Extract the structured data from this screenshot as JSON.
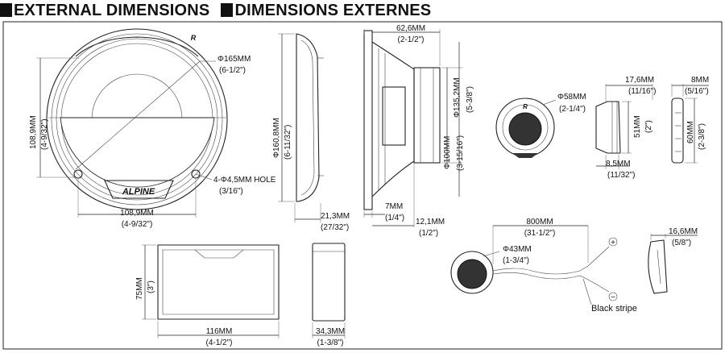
{
  "header": {
    "title_en": "EXTERNAL DIMENSIONS",
    "title_fr": "DIMENSIONS EXTERNES"
  },
  "woofer_front": {
    "diameter": "Φ165MM",
    "diameter_in": "(6-1/2\")",
    "height": "108,9MM",
    "height_in": "(4-9/32\")",
    "width": "108,9MM",
    "width_in": "(4-9/32\")",
    "hole": "4-Φ4,5MM HOLE",
    "hole_in": "(3/16\")",
    "logo": "ALPINE",
    "logo_top": "R"
  },
  "woofer_side": {
    "diameter": "Φ160,8MM",
    "diameter_in": "(6-11/32\")",
    "depth": "21,3MM",
    "depth_in": "(27/32\")"
  },
  "woofer_profile": {
    "depth_total": "62,6MM",
    "depth_total_in": "(2-1/2\")",
    "magnet_diameter": "Φ135,2MM",
    "magnet_diameter_in": "(5-3/8\")",
    "basket_diameter": "Φ100MM",
    "basket_diameter_in": "(3-15/16\")",
    "flange": "7MM",
    "flange_in": "(1/4\")",
    "mount_depth": "12,1MM",
    "mount_depth_in": "(1/2\")"
  },
  "tweeter_front": {
    "diameter": "Φ58MM",
    "diameter_in": "(2-1/4\")"
  },
  "tweeter_side": {
    "depth": "17,6MM",
    "depth_in": "(11/16\")",
    "height": "51MM",
    "height_in": "(2\")",
    "base": "8,5MM",
    "base_in": "(11/32\")"
  },
  "tweeter_mount": {
    "depth": "8MM",
    "depth_in": "(5/16\")",
    "height": "60MM",
    "height_in": "(2-3/8\")"
  },
  "crossover": {
    "width": "116MM",
    "width_in": "(4-1/2\")",
    "height": "75MM",
    "height_in": "(3\")",
    "depth": "34,3MM",
    "depth_in": "(1-3/8\")"
  },
  "tweeter_wired": {
    "cable": "800MM",
    "cable_in": "(31-1/2\")",
    "diameter": "Φ43MM",
    "diameter_in": "(1-3/4\")",
    "plus": "+",
    "minus": "−",
    "stripe": "Black stripe"
  },
  "tweeter_wired_side": {
    "depth": "16,6MM",
    "depth_in": "(5/8\")"
  }
}
